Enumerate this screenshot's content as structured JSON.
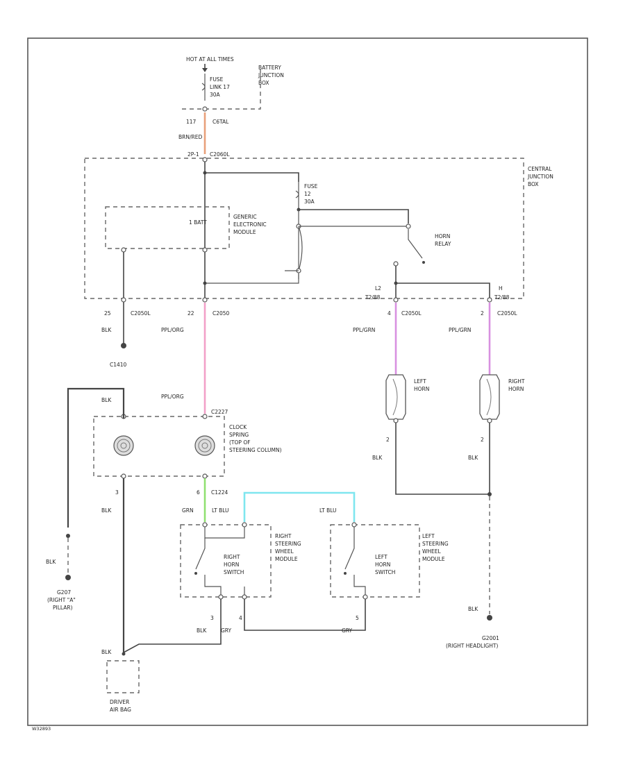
{
  "source": {
    "hot_at_all_times": "HOT AT ALL TIMES",
    "fuse_link": [
      "FUSE",
      "LINK 17",
      "30A"
    ],
    "battery_junction_box": [
      "BATTERY",
      "JUNCTION",
      "BOX"
    ],
    "pin_117": "117",
    "c_conn_top": "C6TAL",
    "wire_brn_red": "BRN/RED",
    "pin_2p1": "2P-1",
    "c_conn_cjb": "C2060L"
  },
  "central_junction_box": {
    "label": [
      "CENTRAL",
      "JUNCTION",
      "BOX"
    ],
    "fuse": [
      "FUSE",
      "12",
      "30A"
    ],
    "gem_pin": "1 BATT",
    "gem_label": [
      "GENERIC",
      "ELECTRONIC",
      "MODULE"
    ],
    "horn_relay": [
      "HORN",
      "RELAY"
    ],
    "pin_l2": "L2",
    "pin_h": "H",
    "pin_t2": "T2/88",
    "pin_t3": "T2/88"
  },
  "ground_branch": {
    "pin": "25",
    "connector": "C2050L",
    "wire": "BLK",
    "ground": "C1410"
  },
  "main_branch": {
    "pin": "22",
    "connector": "C2050",
    "wire": "PPL/ORG",
    "wire2": "PPL/ORG",
    "c_clock": "C2227",
    "clock_spring": [
      "CLOCK",
      "SPRING",
      "(TOP OF",
      "STEERING COLUMN)"
    ],
    "pin_6": "6",
    "c_lower": "C1224",
    "wire_grn": "GRN",
    "wire_lt_blu": "LT BLU",
    "wire_lt_blu2": "LT BLU",
    "pin_3": "3",
    "wire_blk_left": "BLK",
    "wire_blk_top": "BLK"
  },
  "horns": {
    "left_pin": "4",
    "left_conn": "C2050L",
    "left_wire": "PPL/GRN",
    "left_label": [
      "LEFT",
      "HORN"
    ],
    "left_pin2": "2",
    "left_wire2": "BLK",
    "right_pin": "2",
    "right_conn": "C2050L",
    "right_wire": "PPL/GRN",
    "right_label": [
      "RIGHT",
      "HORN"
    ],
    "right_pin2": "2",
    "right_wire2": "BLK"
  },
  "switches": {
    "right_module": [
      "RIGHT",
      "STEERING",
      "WHEEL",
      "MODULE"
    ],
    "right_switch": [
      "RIGHT",
      "HORN",
      "SWITCH"
    ],
    "left_module": [
      "LEFT",
      "STEERING",
      "WHEEL",
      "MODULE"
    ],
    "left_switch": [
      "LEFT",
      "HORN",
      "SWITCH"
    ],
    "pin_3": "3",
    "pin_4": "4",
    "pin_5": "5",
    "wire_blk": "BLK",
    "wire_gry": "GRY",
    "wire_gry2": "GRY"
  },
  "grounds": {
    "g_left_wire": "BLK",
    "g_left": [
      "G207",
      "(RIGHT \"A\"",
      "PILLAR)"
    ],
    "g_right_wire": "BLK",
    "g_right": [
      "G2001",
      "(RIGHT HEADLIGHT)"
    ],
    "airbag_wire": "BLK",
    "airbag": [
      "DRIVER",
      "AIR BAG"
    ]
  },
  "footer_code": "W32893",
  "colors": {
    "brn_red": "#e8a07a",
    "ppl_org": "#f2a0c8",
    "ppl_grn": "#d890e0",
    "grn": "#90e070",
    "lt_blu": "#7fe6ef"
  }
}
